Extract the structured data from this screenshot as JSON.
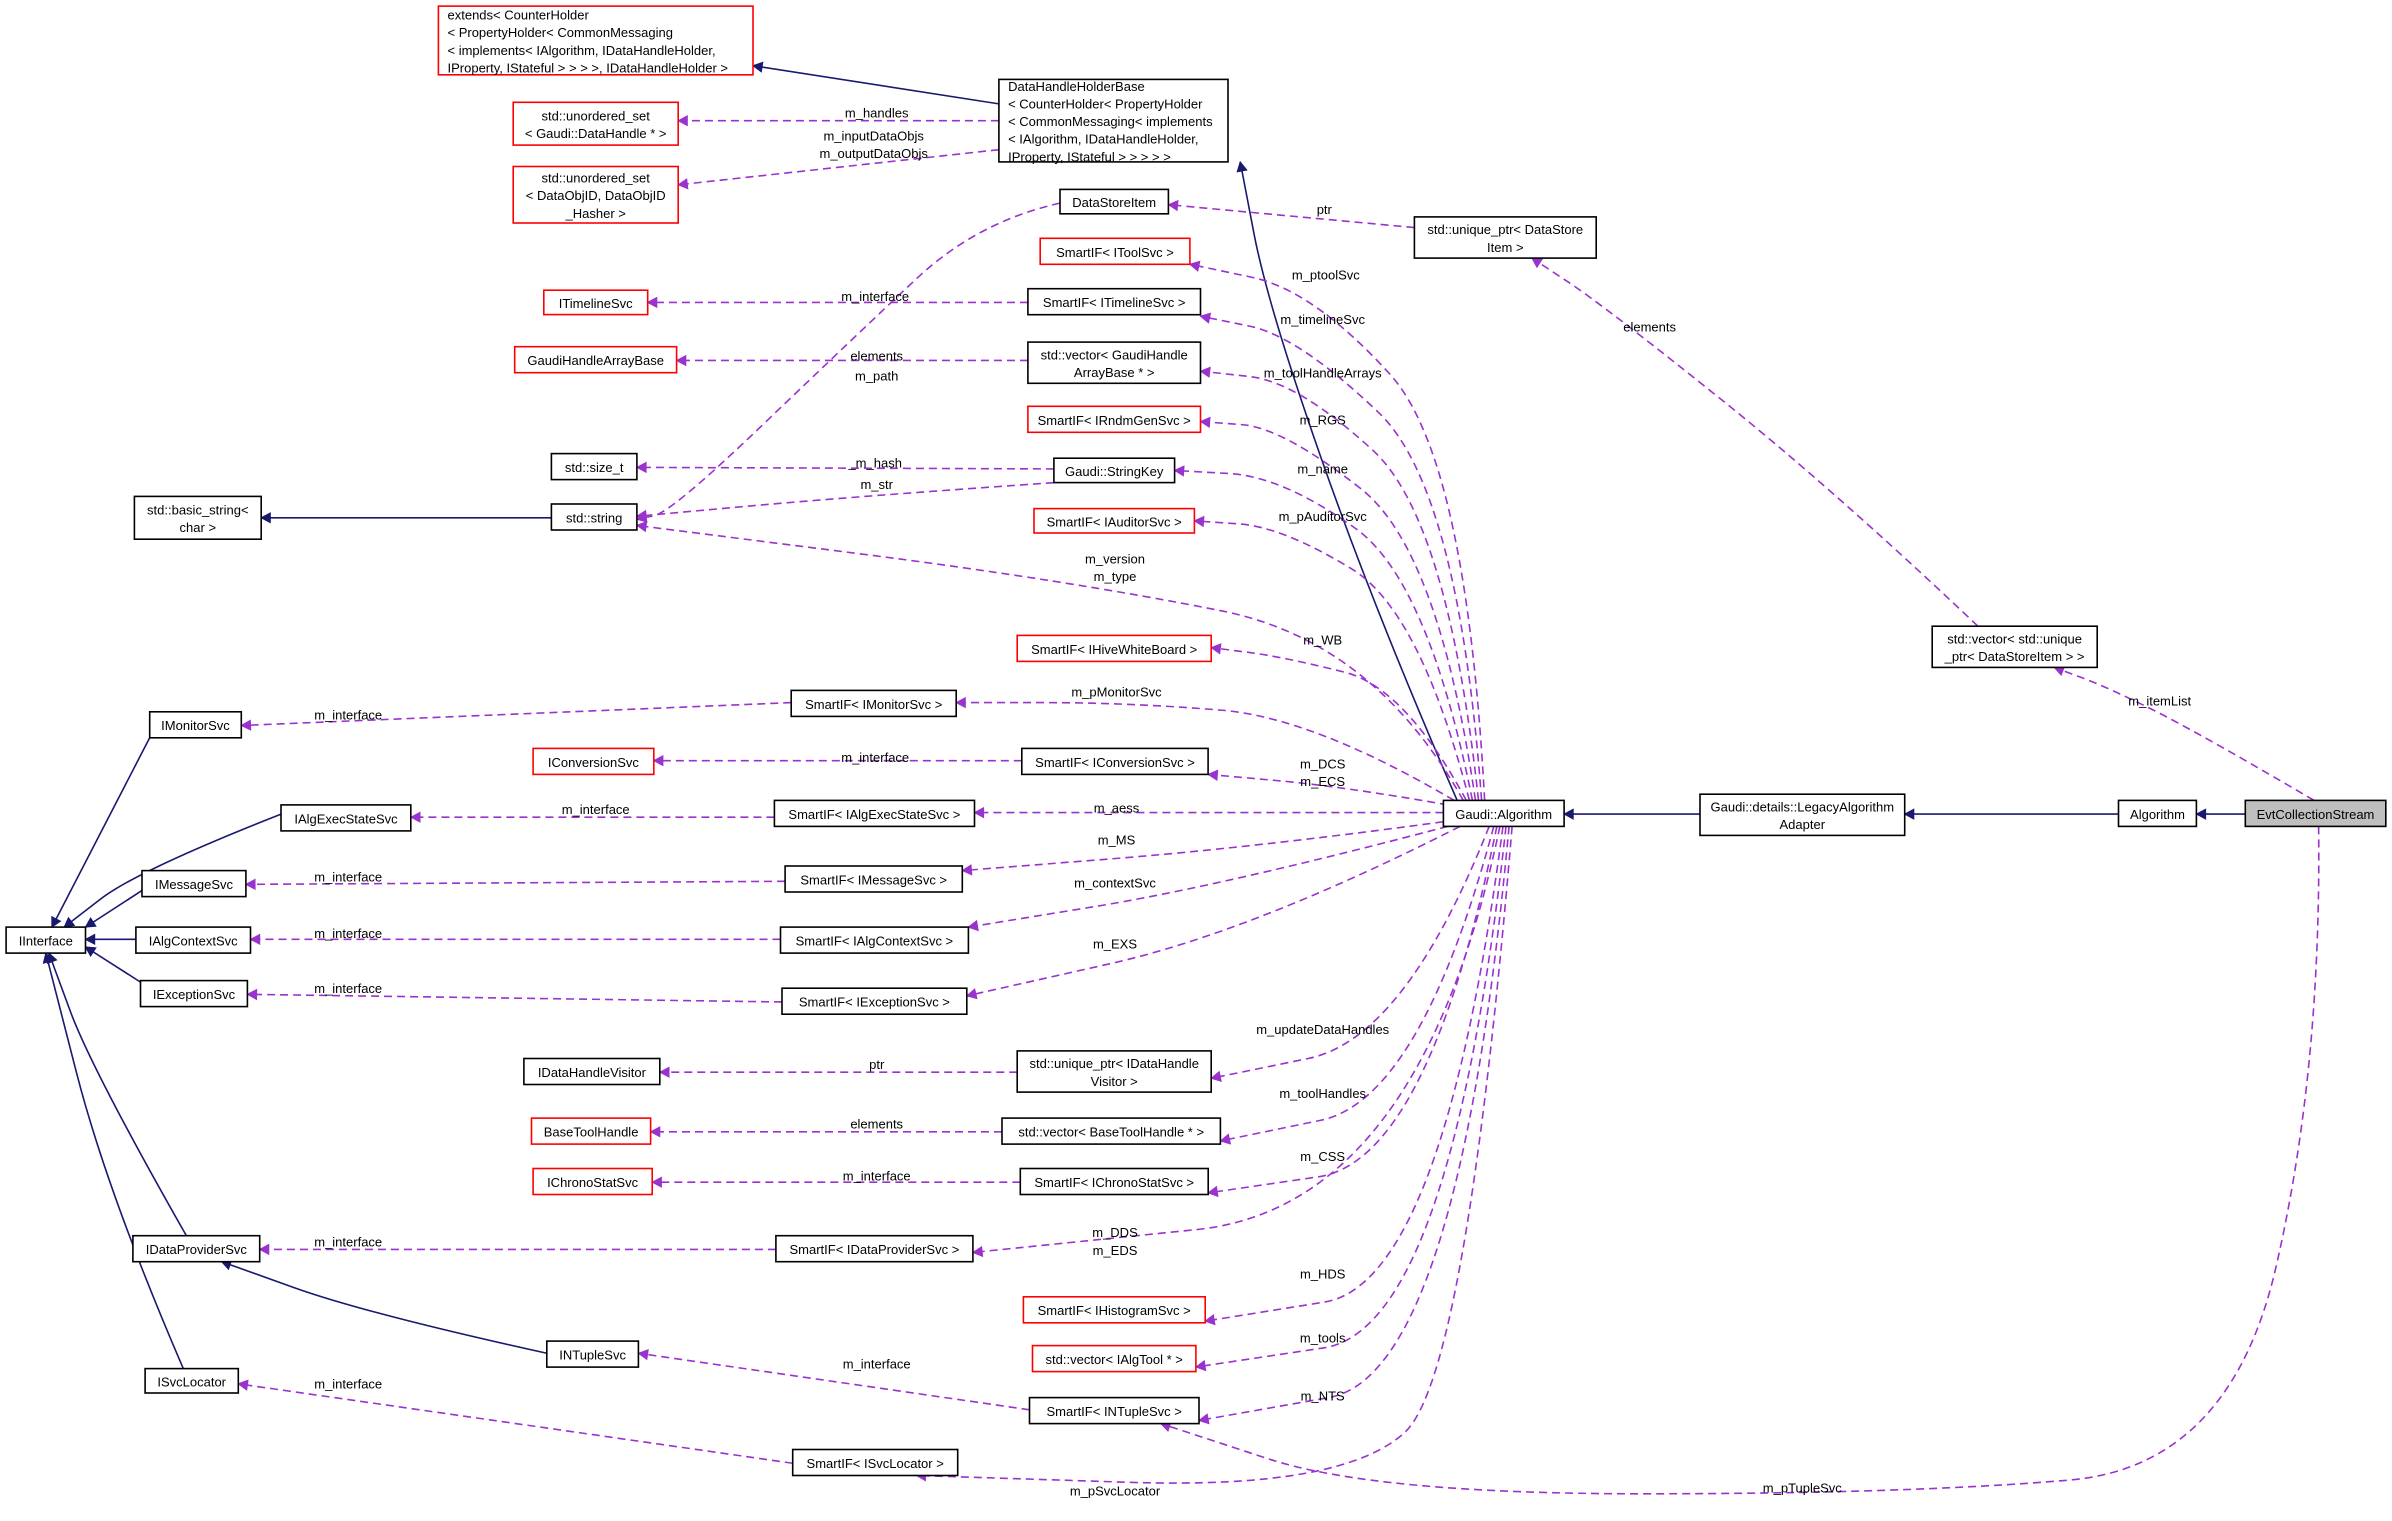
{
  "colors": {
    "inherit_edge": "#191970",
    "usage_edge": "#9a32cd",
    "node_border_ok": "#000000",
    "node_border_missing": "#ff0000",
    "focus_node_fill": "#bfbfbf"
  },
  "nodes": {
    "extends_counterholder": [
      "extends< CounterHolder",
      "< PropertyHolder< CommonMessaging",
      "< implements< IAlgorithm, IDataHandleHolder,",
      "IProperty, IStateful > > > >, IDataHandleHolder >"
    ],
    "datahandleholderbase": [
      "DataHandleHolderBase",
      "< CounterHolder< PropertyHolder",
      "< CommonMessaging< implements",
      "< IAlgorithm, IDataHandleHolder,",
      "IProperty, IStateful > > > > >"
    ],
    "unordered_set_handle": [
      "std::unordered_set",
      "< Gaudi::DataHandle * >"
    ],
    "unordered_set_objid": [
      "std::unordered_set",
      "< DataObjID, DataObjID",
      "_Hasher >"
    ],
    "datastoreitem": [
      "DataStoreItem"
    ],
    "unique_ptr_datastore": [
      "std::unique_ptr< DataStore",
      "Item >"
    ],
    "smartif_toolsvc": [
      "SmartIF< IToolSvc >"
    ],
    "itimelinesvc": [
      "ITimelineSvc"
    ],
    "smartif_timelinesvc": [
      "SmartIF< ITimelineSvc >"
    ],
    "gaudihandlearraybase": [
      "GaudiHandleArrayBase"
    ],
    "vector_gaudihandle": [
      "std::vector< GaudiHandle",
      "ArrayBase * >"
    ],
    "smartif_rndmgensvc": [
      "SmartIF< IRndmGenSvc >"
    ],
    "size_t": [
      "std::size_t"
    ],
    "gaudi_stringkey": [
      "Gaudi::StringKey"
    ],
    "basic_string": [
      "std::basic_string<",
      "char >"
    ],
    "std_string": [
      "std::string"
    ],
    "smartif_auditorsvc": [
      "SmartIF< IAuditorSvc >"
    ],
    "smartif_hivewhiteboard": [
      "SmartIF< IHiveWhiteBoard >"
    ],
    "vector_unique_datastore": [
      "std::vector< std::unique",
      "_ptr< DataStoreItem > >"
    ],
    "imonitorsvc": [
      "IMonitorSvc"
    ],
    "smartif_monitorsvc": [
      "SmartIF< IMonitorSvc >"
    ],
    "iconversionsvc": [
      "IConversionSvc"
    ],
    "smartif_conversionsvc": [
      "SmartIF< IConversionSvc >"
    ],
    "ialgexecstatesvc": [
      "IAlgExecStateSvc"
    ],
    "smartif_algexecstatesvc": [
      "SmartIF< IAlgExecStateSvc >"
    ],
    "gaudi_algorithm": [
      "Gaudi::Algorithm"
    ],
    "legacy_adapter": [
      "Gaudi::details::LegacyAlgorithm",
      "Adapter"
    ],
    "algorithm": [
      "Algorithm"
    ],
    "evtcollectionstream": [
      "EvtCollectionStream"
    ],
    "imessagesvc": [
      "IMessageSvc"
    ],
    "smartif_messagesvc": [
      "SmartIF< IMessageSvc >"
    ],
    "iinterface": [
      "IInterface"
    ],
    "ialgcontextsvc": [
      "IAlgContextSvc"
    ],
    "smartif_algcontextsvc": [
      "SmartIF< IAlgContextSvc >"
    ],
    "iexceptionsvc": [
      "IExceptionSvc"
    ],
    "smartif_exceptionsvc": [
      "SmartIF< IExceptionSvc >"
    ],
    "idatahandlevisitor": [
      "IDataHandleVisitor"
    ],
    "unique_ptr_visitor": [
      "std::unique_ptr< IDataHandle",
      "Visitor >"
    ],
    "basetoolhandle": [
      "BaseToolHandle"
    ],
    "vector_basetoolhandle": [
      "std::vector< BaseToolHandle * >"
    ],
    "ichronostatsvc": [
      "IChronoStatSvc"
    ],
    "smartif_chronostatsvc": [
      "SmartIF< IChronoStatSvc >"
    ],
    "idataprovidersvc": [
      "IDataProviderSvc"
    ],
    "smartif_dataprovidersvc": [
      "SmartIF< IDataProviderSvc >"
    ],
    "smartif_histogramsvc": [
      "SmartIF< IHistogramSvc >"
    ],
    "intuplesvc": [
      "INTupleSvc"
    ],
    "vector_algtool": [
      "std::vector< IAlgTool * >"
    ],
    "isvclocator": [
      "ISvcLocator"
    ],
    "smartif_ntuplesvc": [
      "SmartIF< INTupleSvc >"
    ],
    "smartif_svclocator": [
      "SmartIF< ISvcLocator >"
    ]
  },
  "edge_labels": {
    "m_handles": [
      "m_handles"
    ],
    "m_inputoutput": [
      "m_inputDataObjs",
      "m_outputDataObjs"
    ],
    "ptr_datastore": [
      "ptr"
    ],
    "m_path": [
      "m_path"
    ],
    "elements_datastore": [
      "elements"
    ],
    "m_ptoolsvc": [
      "m_ptoolSvc"
    ],
    "m_interface_timeline": [
      "m_interface"
    ],
    "m_timelinesvc": [
      "m_timelineSvc"
    ],
    "elements_gaudihandle": [
      "elements"
    ],
    "m_toolhandlearrays": [
      "m_toolHandleArrays"
    ],
    "m_rgs": [
      "m_RGS"
    ],
    "m_hash": [
      "_m_hash"
    ],
    "m_name": [
      "m_name"
    ],
    "m_str": [
      "m_str"
    ],
    "m_pauditorsvc": [
      "m_pAuditorSvc"
    ],
    "m_version_type": [
      "m_version",
      "m_type"
    ],
    "m_wb": [
      "m_WB"
    ],
    "m_itemlist": [
      "m_itemList"
    ],
    "m_interface_monitor": [
      "m_interface"
    ],
    "m_pmonitorsvc": [
      "m_pMonitorSvc"
    ],
    "m_interface_conversion": [
      "m_interface"
    ],
    "m_dcs_ecs": [
      "m_DCS",
      "m_ECS"
    ],
    "m_interface_execstate": [
      "m_interface"
    ],
    "m_aess": [
      "m_aess"
    ],
    "m_interface_message": [
      "m_interface"
    ],
    "m_ms": [
      "m_MS"
    ],
    "m_contextsvc": [
      "m_contextSvc"
    ],
    "m_interface_context": [
      "m_interface"
    ],
    "m_exs": [
      "m_EXS"
    ],
    "m_interface_exception": [
      "m_interface"
    ],
    "m_updatedatahandles": [
      "m_updateDataHandles"
    ],
    "ptr_visitor": [
      "ptr"
    ],
    "m_toolhandles": [
      "m_toolHandles"
    ],
    "elements_basetool": [
      "elements"
    ],
    "m_css": [
      "m_CSS"
    ],
    "m_interface_chrono": [
      "m_interface"
    ],
    "m_dds_eds": [
      "m_DDS",
      "m_EDS"
    ],
    "m_interface_dataprovider": [
      "m_interface"
    ],
    "m_hds": [
      "m_HDS"
    ],
    "m_tools": [
      "m_tools"
    ],
    "m_interface_ntuple": [
      "m_interface"
    ],
    "m_nts": [
      "m_NTS"
    ],
    "m_interface_svclocator": [
      "m_interface"
    ],
    "m_ptuplesvc": [
      "m_pTupleSvc"
    ],
    "m_psvclocator": [
      "m_pSvcLocator"
    ]
  }
}
